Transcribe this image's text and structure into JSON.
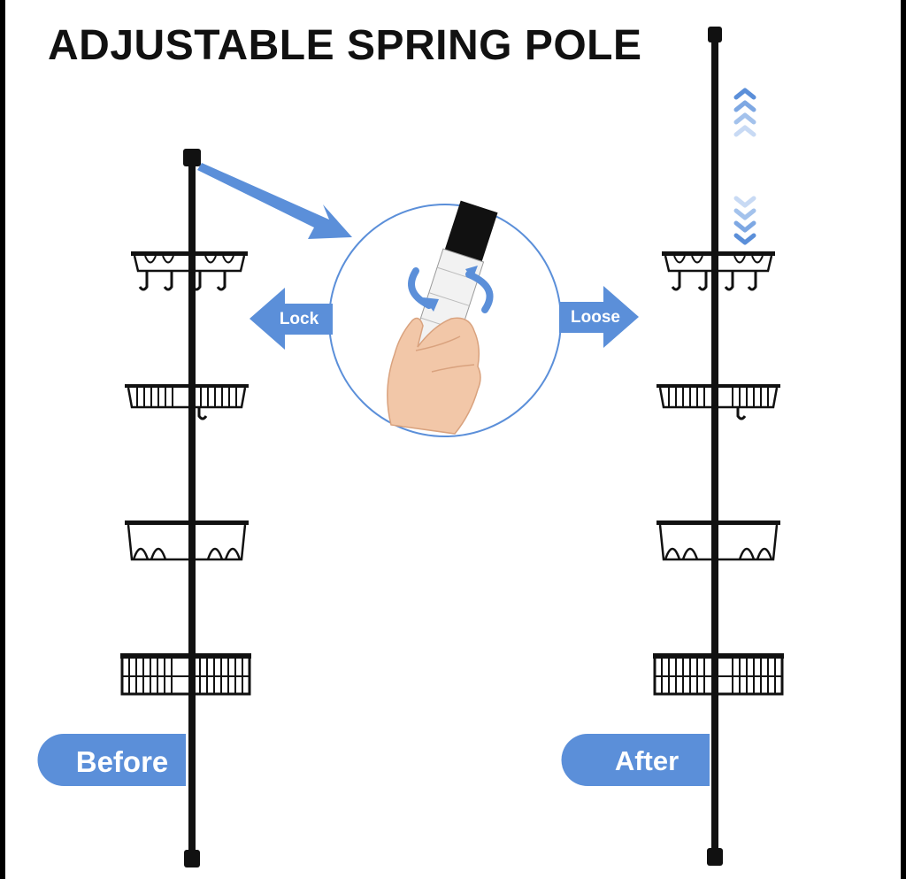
{
  "title": "ADJUSTABLE SPRING POLE",
  "labels": {
    "lock": "Lock",
    "loose": "Loose",
    "before": "Before",
    "after": "After"
  },
  "colors": {
    "accent": "#5b8fd9",
    "pole": "#111111",
    "background": "#ffffff"
  },
  "icons": {
    "up": "chevron-up-icon",
    "down": "chevron-down-icon",
    "rotate": "rotate-arrows-icon"
  }
}
